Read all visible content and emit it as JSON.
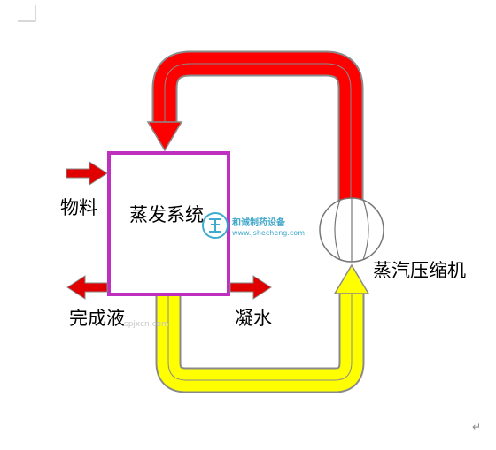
{
  "diagram": {
    "box_label": "蒸发系统",
    "input_label": "物料",
    "output_liquid_label": "完成液",
    "output_water_label": "凝水",
    "compressor_label": "蒸汽压缩机"
  },
  "watermark": {
    "logo_text": "和诚制药设备",
    "url_text": "www.jshecheng.com",
    "faint_text": "spjxcn.com"
  },
  "colors": {
    "hot_vapor": "#ff0000",
    "cool_vapor": "#ffff00",
    "box_border": "#c030c0",
    "arrow_red": "#e00000",
    "outline": "#8a8a8a"
  }
}
